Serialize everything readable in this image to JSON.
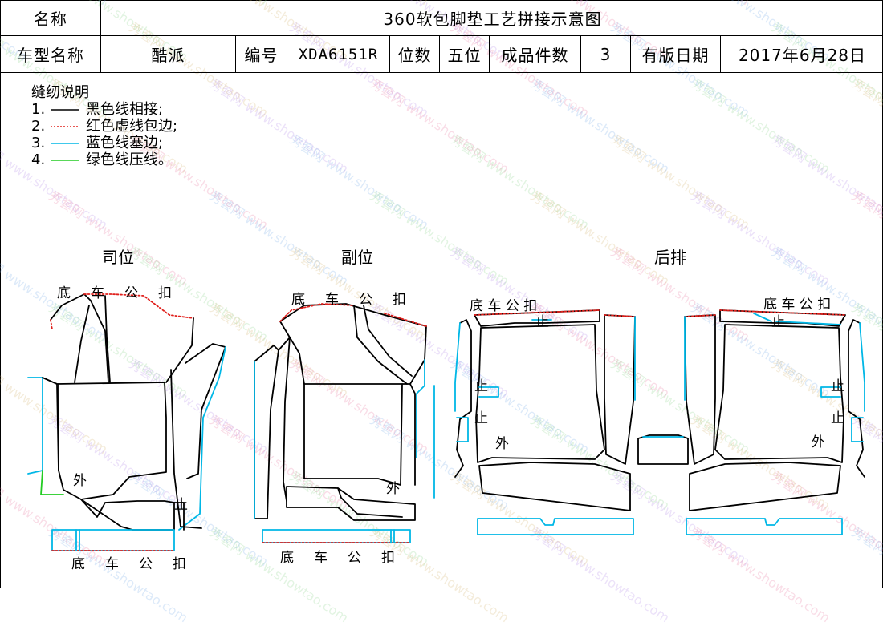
{
  "header": {
    "name_label": "名称",
    "name_value": "360软包脚垫工艺拼接示意图",
    "model_label": "车型名称",
    "model_value": "酷派",
    "code_label": "编号",
    "code_value": "XDA6151R",
    "seats_label": "位数",
    "seats_value": "五位",
    "pieces_label": "成品件数",
    "pieces_value": "3",
    "date_label": "有版日期",
    "date_value": "2017年6月28日"
  },
  "legend": {
    "title": "缝纫说明",
    "items": [
      {
        "num": "1.",
        "text": "黑色线相接;",
        "color": "#000000",
        "style": "solid"
      },
      {
        "num": "2.",
        "text": "红色虚线包边;",
        "color": "#e0201c",
        "style": "dashed"
      },
      {
        "num": "3.",
        "text": "蓝色线塞边;",
        "color": "#00b7e6",
        "style": "solid"
      },
      {
        "num": "4.",
        "text": "绿色线压线。",
        "color": "#22cc22",
        "style": "solid"
      }
    ]
  },
  "sections": {
    "driver": "司位",
    "passenger": "副位",
    "rear": "后排"
  },
  "labels": {
    "clip": "底 车 公 扣",
    "clip_wide": "底　车　公　扣",
    "outer": "外",
    "stop": "止"
  },
  "watermark": {
    "site": "www.showtao.com",
    "brand": "秀套网"
  },
  "colors": {
    "black": "#000000",
    "red": "#e0201c",
    "blue": "#00b7e6",
    "green": "#22cc22"
  }
}
